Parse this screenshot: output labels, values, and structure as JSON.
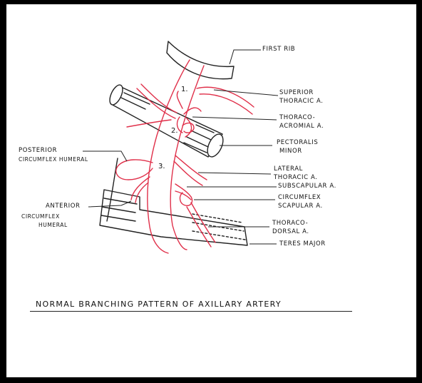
{
  "labels": {
    "first_rib": "FIRST RIB",
    "superior_thoracic_1": "SUPERIOR",
    "superior_thoracic_2": "THORACIC A.",
    "thoracoacromial_1": "THORACO-",
    "thoracoacromial_2": "ACROMIAL A.",
    "pectoralis_minor_1": "PECTORALIS",
    "pectoralis_minor_2": "MINOR",
    "lateral_thoracic_1": "LATERAL",
    "lateral_thoracic_2": "THORACIC A.",
    "subscapular": "SUBSCAPULAR A.",
    "circumflex_scapular_1": "CIRCUMFLEX",
    "circumflex_scapular_2": "SCAPULAR A.",
    "thoracodorsal_1": "THORACO-",
    "thoracodorsal_2": "DORSAL A.",
    "teres_major": "TERES MAJOR",
    "posterior_circumflex_1": "POSTERIOR",
    "posterior_circumflex_2": "CIRCUMFLEX HUMERAL",
    "anterior_circumflex_1": "ANTERIOR",
    "anterior_circumflex_2": "CIRCUMFLEX",
    "anterior_circumflex_3": "HUMERAL"
  },
  "part_numbers": {
    "one": "1.",
    "two": "2.",
    "three": "3."
  },
  "caption": "NORMAL BRANCHING PATTERN OF AXILLARY ARTERY",
  "colors": {
    "artery": "#e0304a",
    "ink": "#222222",
    "background": "#ffffff",
    "border": "#000000"
  }
}
